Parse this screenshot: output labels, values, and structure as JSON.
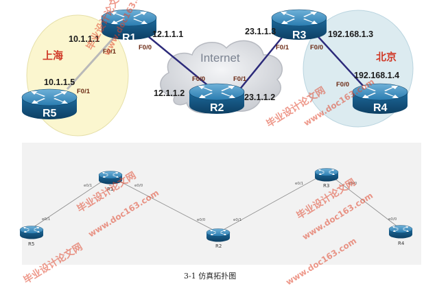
{
  "top_diagram": {
    "cloud_label": "Internet",
    "regions": {
      "shanghai": "上海",
      "beijing": "北京"
    },
    "routers": {
      "r1": "R1",
      "r2": "R2",
      "r3": "R3",
      "r4": "R4",
      "r5": "R5"
    },
    "addresses": {
      "r1_left": "10.1.1.1",
      "r1_right": "12.1.1.1",
      "r5": "10.1.1.5",
      "r2_left": "12.1.1.2",
      "r2_right": "23.1.1.2",
      "r3_left": "23.1.1.3",
      "r3_right": "192.168.1.3",
      "r4": "192.168.1.4"
    },
    "ports": {
      "r1_f01": "F0/1",
      "r1_f00": "F0/0",
      "r5_f01": "F0/1",
      "r2_f00": "F0/0",
      "r2_f01": "F0/1",
      "r3_f01": "F0/1",
      "r3_f00": "F0/0",
      "r4_f00": "F0/0"
    }
  },
  "sim_diagram": {
    "routers": {
      "r1": "R1",
      "r2": "R2",
      "r3": "R3",
      "r4": "R4",
      "r5": "R5"
    },
    "ports": {
      "r1_a": "e0/1",
      "r1_b": "e0/0",
      "r5_a": "e0/1",
      "r2_a": "e0/0",
      "r2_b": "e0/1",
      "r3_a": "e0/1",
      "r3_b": "e0/0",
      "r4_a": "e0/0"
    }
  },
  "caption": "3-1  仿真拓扑图",
  "watermarks": {
    "cn": "毕业设计论文网",
    "url": "www.doc163.com"
  },
  "colors": {
    "router_blue": "#1f6ea0",
    "shanghai_bg": "#fbf6cf",
    "beijing_bg": "#dcebf0",
    "link_navy": "#2c2a7a",
    "watermark": "#e0452c"
  }
}
